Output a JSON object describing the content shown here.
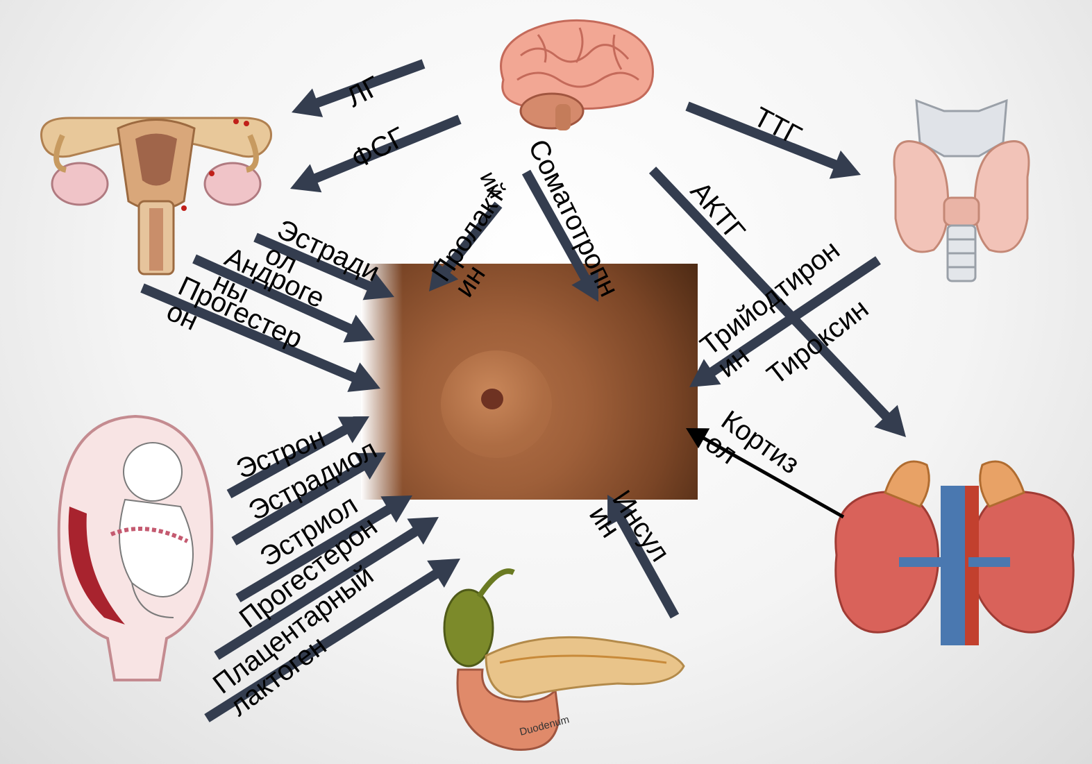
{
  "diagram": {
    "colors": {
      "arrow": "#343d4f",
      "arrow_black": "#000000",
      "label_text": "#000000"
    },
    "organs": {
      "brain": "brain",
      "uterus": "uterus-with-ovaries",
      "thyroid": "thyroid-gland",
      "breast": "breast",
      "placenta": "uterus-with-fetus",
      "adrenals": "kidneys-with-adrenal-glands",
      "pancreas": "pancreas",
      "duodenum_label": "Duodenum"
    },
    "labels": {
      "lg": "ЛГ",
      "fsg": "ФСГ",
      "ttg": "ТТГ",
      "aktg": "АКТГ",
      "prolactin": "Пролакт\nин",
      "prolactin_tail": "ий",
      "somatotropin": "Соматотропн",
      "somatotropin_tail": "ий",
      "estradiol_ovary": "Эстради\nол",
      "androgens": "Андроге\nны",
      "progesterone_ovary": "Прогестер\nон",
      "triiodothyronine": "Трийодтирон\nин",
      "thyroxine": "Тироксин",
      "cortisol": "Кортиз\nол",
      "insulin": "Инсул\nин",
      "estrone": "Эстрон",
      "estradiol_placenta": "Эстрадиол",
      "estriol": "Эстриол",
      "progesterone_placenta": "Прогестерон",
      "placental_lactogen": "Плацентарный\nлактоген"
    }
  }
}
